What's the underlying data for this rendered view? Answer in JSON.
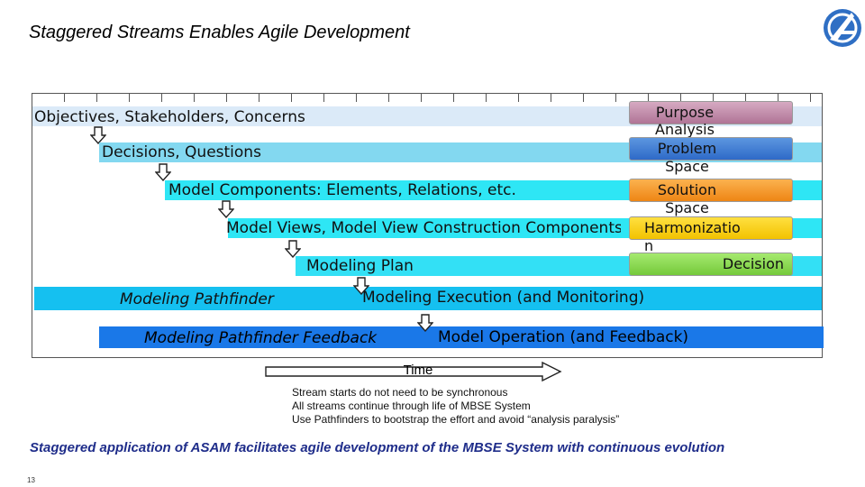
{
  "title": "Staggered Streams Enables Agile Development",
  "streams": [
    {
      "label": "Objectives, Stakeholders, Concerns",
      "color": "#dbeaf8"
    },
    {
      "label": "Decisions, Questions",
      "color": "#83d8f0"
    },
    {
      "label": "Model Components:  Elements, Relations, etc.",
      "color": "#2ee6f5"
    },
    {
      "label": "Model Views, Model View Construction Components",
      "color": "#2ee6f5"
    },
    {
      "label": "Modeling Plan",
      "color": "#33e0f5"
    },
    {
      "label": "Modeling Pathfinder",
      "label2": "Modeling Execution (and Monitoring)",
      "color": "#15c0f0"
    },
    {
      "label": "Modeling Pathfinder Feedback",
      "label2": "Model Operation (and Feedback)",
      "color": "#1a78e8"
    }
  ],
  "phases": [
    {
      "label": "Purpose Analysis",
      "color": "#c08aa8"
    },
    {
      "label": "Problem Space",
      "color": "#3a7ed6"
    },
    {
      "label": "Solution Space",
      "color": "#f39a2a"
    },
    {
      "label": "Harmonization",
      "color": "#f5c800"
    },
    {
      "label": "Decision",
      "color": "#8ad84e"
    }
  ],
  "time_label": "Time",
  "notes": [
    "Stream starts do not need to be synchronous",
    "All streams continue through life of MBSE System",
    "Use Pathfinders to bootstrap the effort and avoid “analysis paralysis”"
  ],
  "conclusion": "Staggered application of ASAM facilitates agile development of the MBSE System with continuous evolution",
  "page_number": "13"
}
